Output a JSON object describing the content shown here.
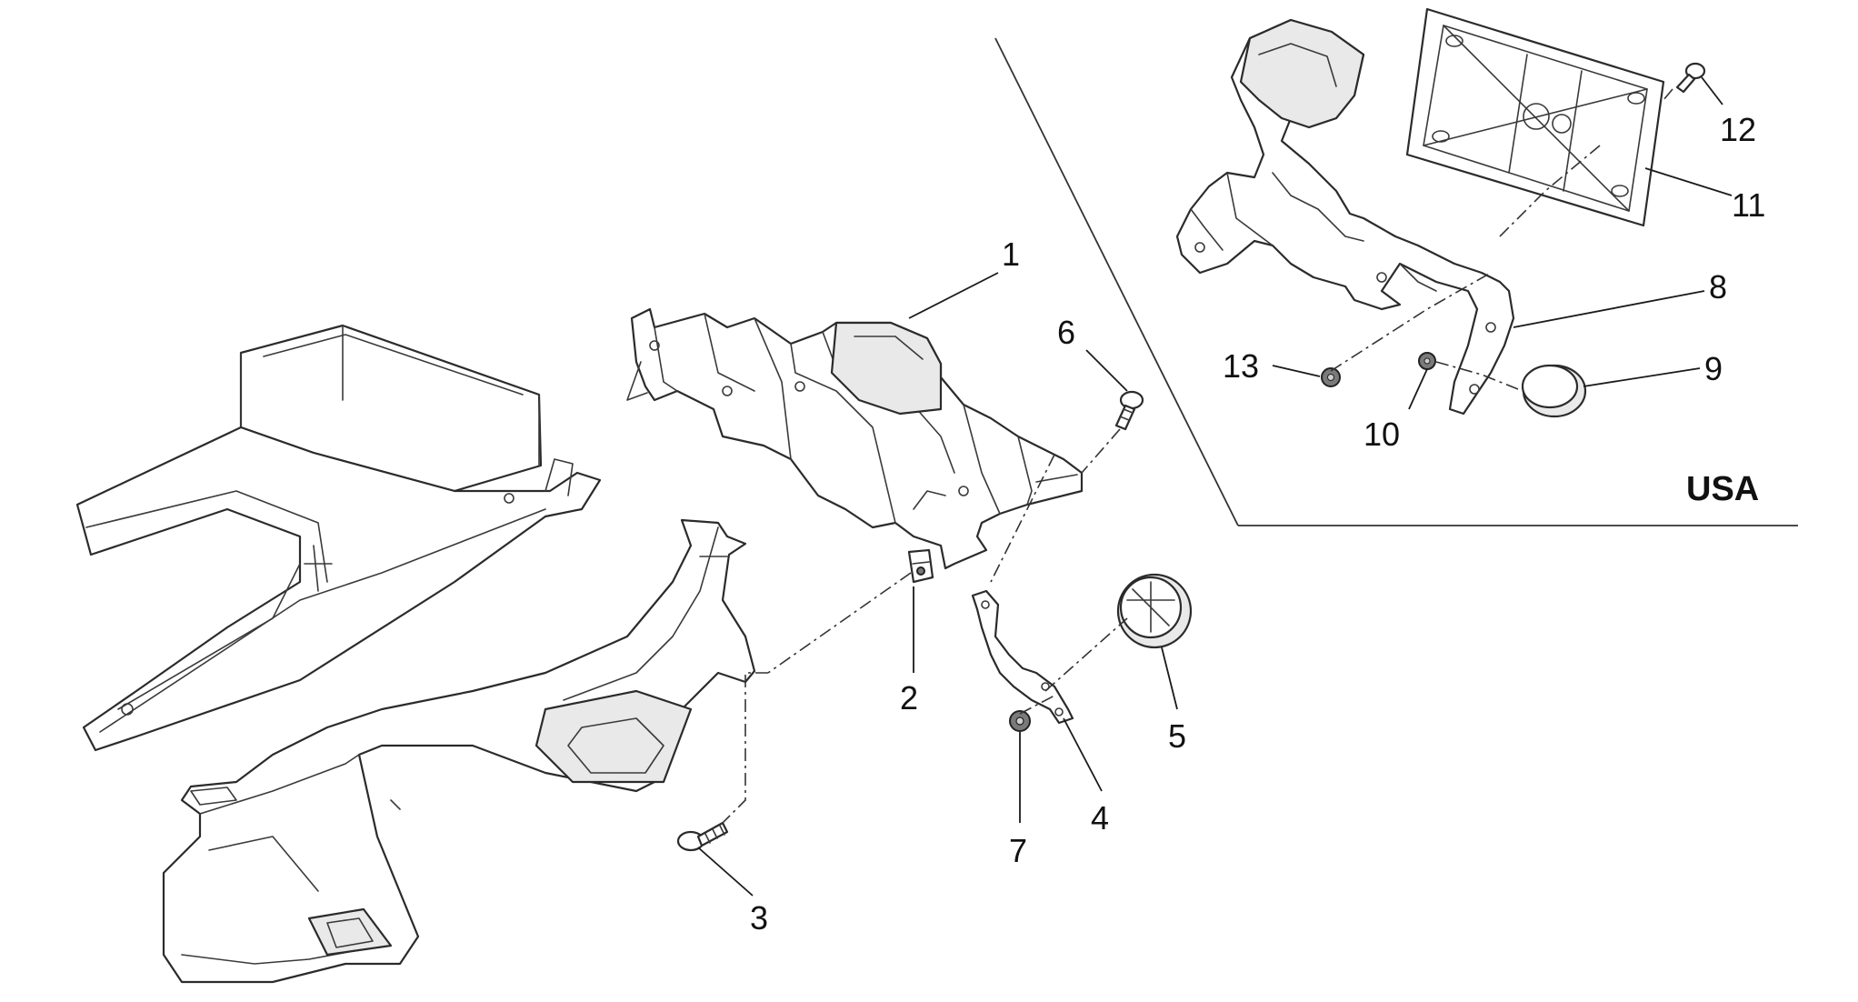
{
  "region_label": "USA",
  "callouts": [
    "1",
    "2",
    "3",
    "4",
    "5",
    "6",
    "7",
    "8",
    "9",
    "10",
    "11",
    "12",
    "13"
  ]
}
